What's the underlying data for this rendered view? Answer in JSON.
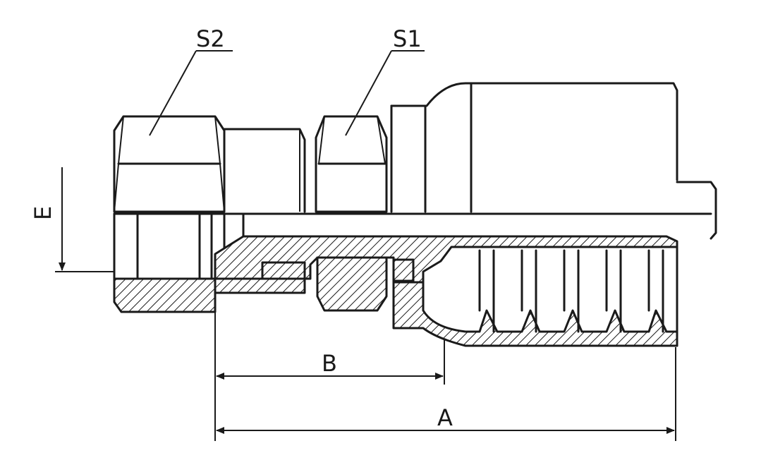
{
  "labels": {
    "s2": "S2",
    "s1": "S1",
    "e": "E",
    "b": "B",
    "a": "A"
  },
  "colors": {
    "line": "#1a1a1a",
    "background": "#ffffff"
  }
}
